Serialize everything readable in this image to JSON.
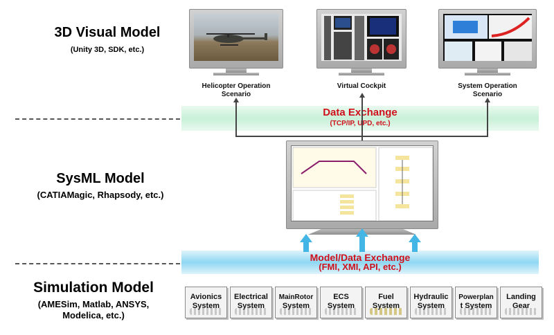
{
  "layers": {
    "visual": {
      "title": "3D Visual Model",
      "subtitle": "(Unity 3D, SDK, etc.)"
    },
    "sysml": {
      "title": "SysML Model",
      "subtitle": "(CATIAMagic, Rhapsody, etc.)"
    },
    "simulation": {
      "title": "Simulation Model",
      "subtitle_line1": "(AMESim, Matlab, ANSYS,",
      "subtitle_line2": "Modelica, etc.)"
    }
  },
  "monitors": [
    {
      "caption_line1": "Helicopter Operation",
      "caption_line2": "Scenario"
    },
    {
      "caption_line1": "Virtual Cockpit",
      "caption_line2": ""
    },
    {
      "caption_line1": "System Operation",
      "caption_line2": "Scenario"
    }
  ],
  "data_exchange": {
    "title": "Data Exchange",
    "protocols": "(TCP/IP, UPD, etc.)"
  },
  "model_exchange": {
    "title": "Model/Data Exchange",
    "protocols": "(FMI, XMI, API, etc.)"
  },
  "systems": [
    {
      "line1": "Avionics",
      "line2": "System"
    },
    {
      "line1": "Electrical",
      "line2": "System"
    },
    {
      "line1": "MainRotor",
      "line2": "System"
    },
    {
      "line1": "ECS",
      "line2": "System"
    },
    {
      "line1": "Fuel",
      "line2": "System"
    },
    {
      "line1": "Hydraulic",
      "line2": "System"
    },
    {
      "line1": "Powerplan",
      "line2": "t System"
    },
    {
      "line1": "Landing",
      "line2": "Gear"
    }
  ],
  "colors": {
    "exchange_text": "#d0101a",
    "green_band": "#c9f0d8",
    "blue_band": "#8fd7f2",
    "arrow_blue": "#43b6e6"
  }
}
